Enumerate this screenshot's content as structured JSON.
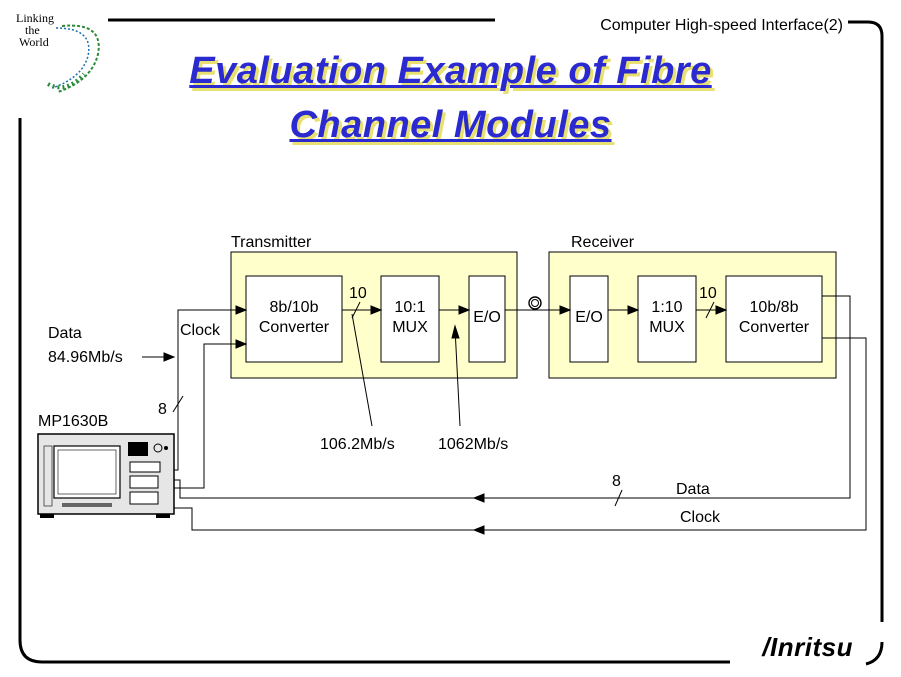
{
  "header": {
    "slide_subject": "Computer High-speed Interface(2)",
    "logo_lines": [
      "Linking",
      "the",
      "World"
    ],
    "brand": "/Inritsu"
  },
  "title": {
    "line1": "Evaluation Example of Fibre",
    "line2": "Channel Modules"
  },
  "diagram": {
    "transmitter": {
      "label": "Transmitter",
      "converter": [
        "8b/10b",
        "Converter"
      ],
      "mux": [
        "10:1",
        "MUX"
      ],
      "eo": "E/O"
    },
    "receiver": {
      "label": "Receiver",
      "eo": "E/O",
      "demux": [
        "1:10",
        "MUX"
      ],
      "converter": [
        "10b/8b",
        "Converter"
      ]
    },
    "bus_width_10_tx": "10",
    "bus_width_10_rx": "10",
    "bus_width_8_in": "8",
    "bus_width_8_out": "8",
    "optical_connector": "O",
    "input_data": [
      "Data",
      "84.96Mb/s"
    ],
    "input_clock": "Clock",
    "rate_1": "106.2Mb/s",
    "rate_2": "1062Mb/s",
    "return_data": "Data",
    "return_clock": "Clock",
    "instrument": "MP1630B"
  },
  "colors": {
    "title": "#2a2ad0",
    "title_shadow": "#e8e070",
    "module_fill": "#ffffcc"
  }
}
